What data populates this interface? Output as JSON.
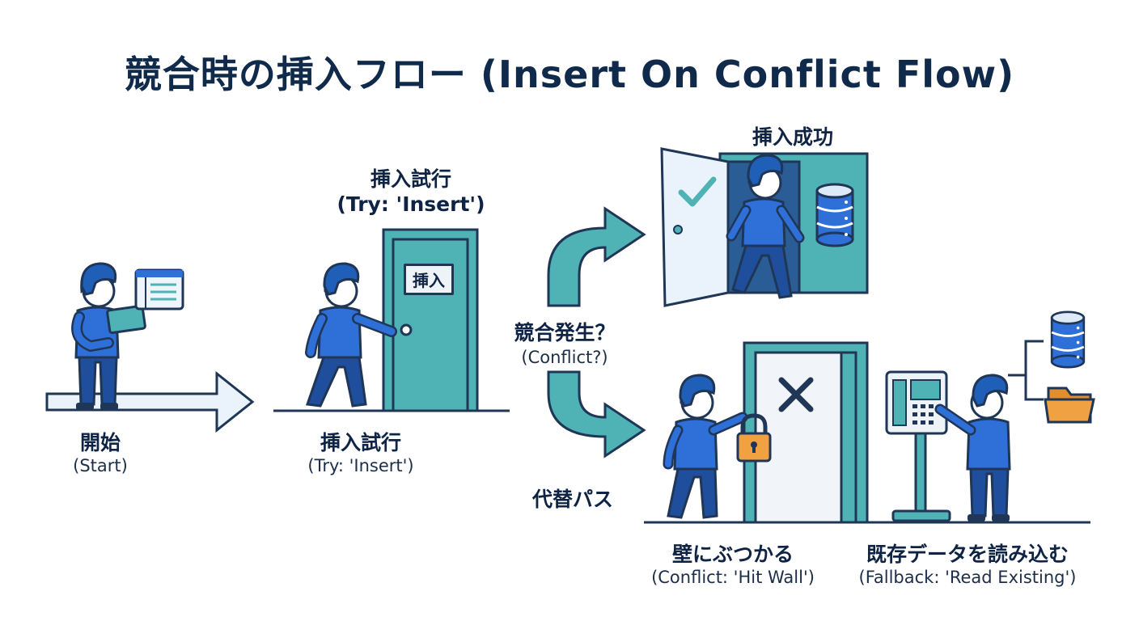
{
  "title": "競合時の挿入フロー (Insert On Conflict Flow)",
  "colors": {
    "navy": "#1f3657",
    "teal": "#4fb3b5",
    "blue": "#2f6fd8",
    "skin": "#ffffff",
    "lock": "#f0a142",
    "folder": "#f0a142"
  },
  "steps": {
    "start": {
      "label_ja": "開始",
      "label_en": "(Start)"
    },
    "try_insert": {
      "top_ja": "挿入試行",
      "top_en": "(Try: 'Insert')",
      "door_sign": "挿入",
      "label_ja": "挿入試行",
      "label_en": "(Try: 'Insert')"
    },
    "success": {
      "label_ja": "挿入成功"
    },
    "decision": {
      "label_ja": "競合発生？",
      "label_en": "(Conflict?)"
    },
    "alternate": {
      "label_ja": "代替パス"
    },
    "hit_wall": {
      "label_ja": "壁にぶつかる",
      "label_en": "(Conflict: 'Hit Wall')"
    },
    "read_existing": {
      "label_ja": "既存データを読み込む",
      "label_en": "(Fallback: 'Read Existing')"
    }
  },
  "icons": [
    "person-icon",
    "tablet-icon",
    "spreadsheet-icon",
    "arrow-right-icon",
    "door-icon",
    "check-icon",
    "database-icon",
    "cross-icon",
    "padlock-icon",
    "kiosk-icon",
    "folder-icon"
  ]
}
